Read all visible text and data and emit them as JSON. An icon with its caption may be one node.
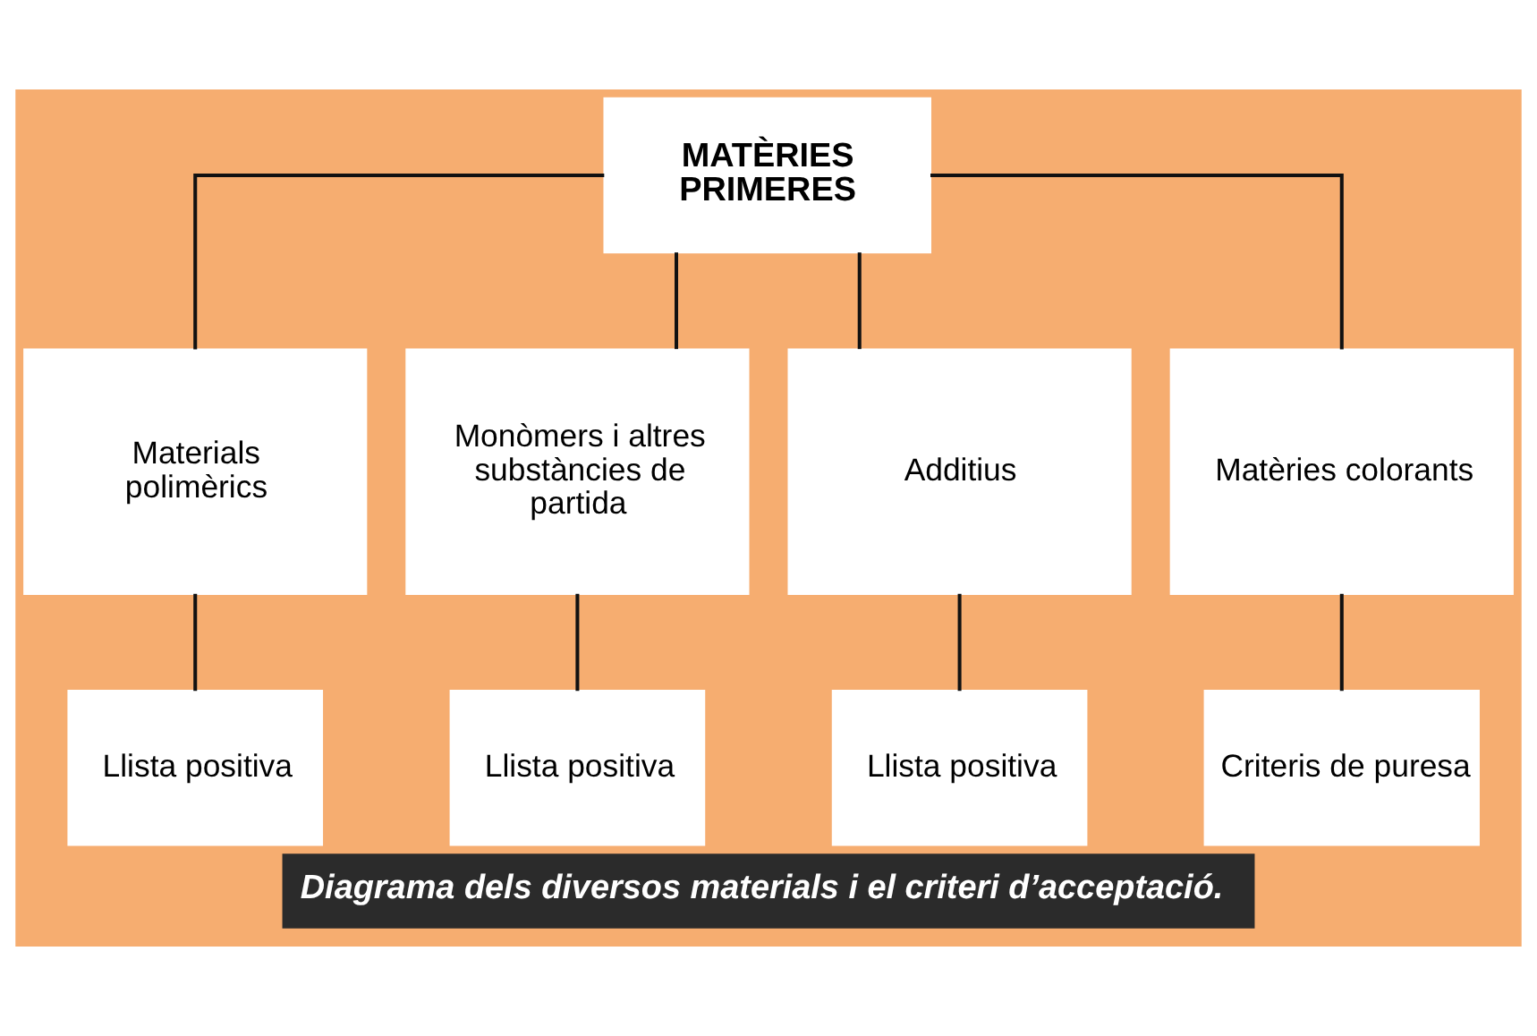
{
  "diagram": {
    "caption": "Diagrama dels diversos materials i el criteri d’acceptació.",
    "nodes": [
      {
        "text": [
          "MATÈRIES PRIMERES"
        ]
      },
      {
        "text": [
          "Materials polimèrics"
        ]
      },
      {
        "text": [
          "Monòmers i altres substàncies de partida"
        ]
      },
      {
        "text": [
          "Additius"
        ]
      },
      {
        "text": [
          "Matèries colorants"
        ]
      },
      {
        "text": [
          "Llista positiva"
        ]
      },
      {
        "text": [
          "Llista positiva"
        ]
      },
      {
        "text": [
          "Llista positiva"
        ]
      },
      {
        "text": [
          "Criteris de puresa"
        ]
      }
    ],
    "edges": [
      {
        "from": 0,
        "to": 1,
        "arrow": "none"
      },
      {
        "from": 0,
        "to": 2,
        "arrow": "none"
      },
      {
        "from": 0,
        "to": 3,
        "arrow": "none"
      },
      {
        "from": 0,
        "to": 4,
        "arrow": "none"
      },
      {
        "from": 1,
        "to": 5,
        "arrow": "none"
      },
      {
        "from": 2,
        "to": 6,
        "arrow": "none"
      },
      {
        "from": 3,
        "to": 7,
        "arrow": "none"
      },
      {
        "from": 4,
        "to": 8,
        "arrow": "none"
      }
    ]
  }
}
